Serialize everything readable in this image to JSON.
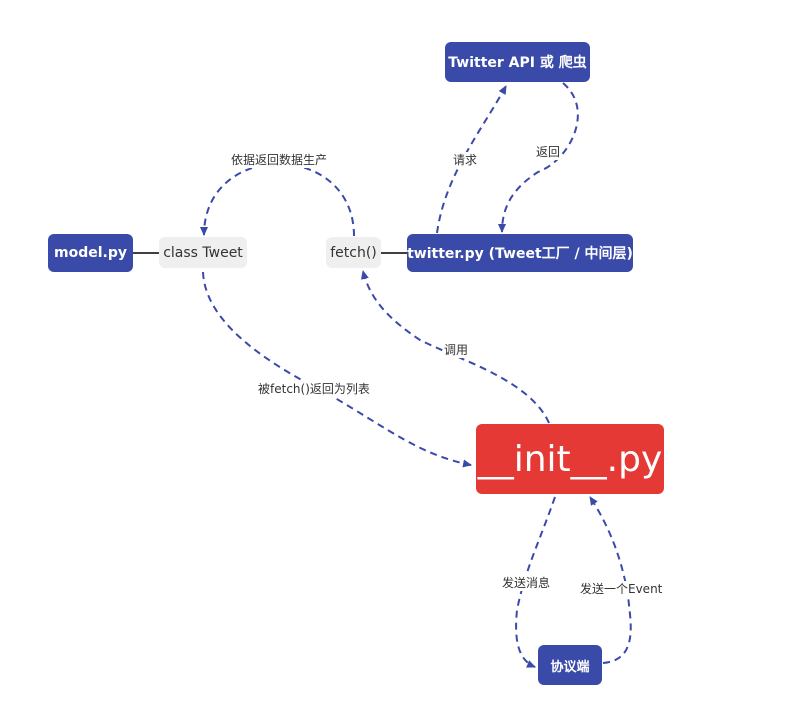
{
  "colors": {
    "accent": "#3a4aa8",
    "main": "#e53935",
    "edge": "#3a4aa8"
  },
  "nodes": {
    "model_py": "model.py",
    "class_tweet": "class Tweet",
    "fetch": "fetch()",
    "twitter_py": "twitter.py (Tweet工厂 / 中间层)",
    "twitter_api": "Twitter API 或 爬虫",
    "init_py": "__init__.py",
    "protocol": "协议端"
  },
  "edges": {
    "produce": "依据返回数据生产",
    "request": "请求",
    "return": "返回",
    "call": "调用",
    "fetch_list": "被fetch()返回为列表",
    "send_message": "发送消息",
    "send_event": "发送一个Event"
  }
}
